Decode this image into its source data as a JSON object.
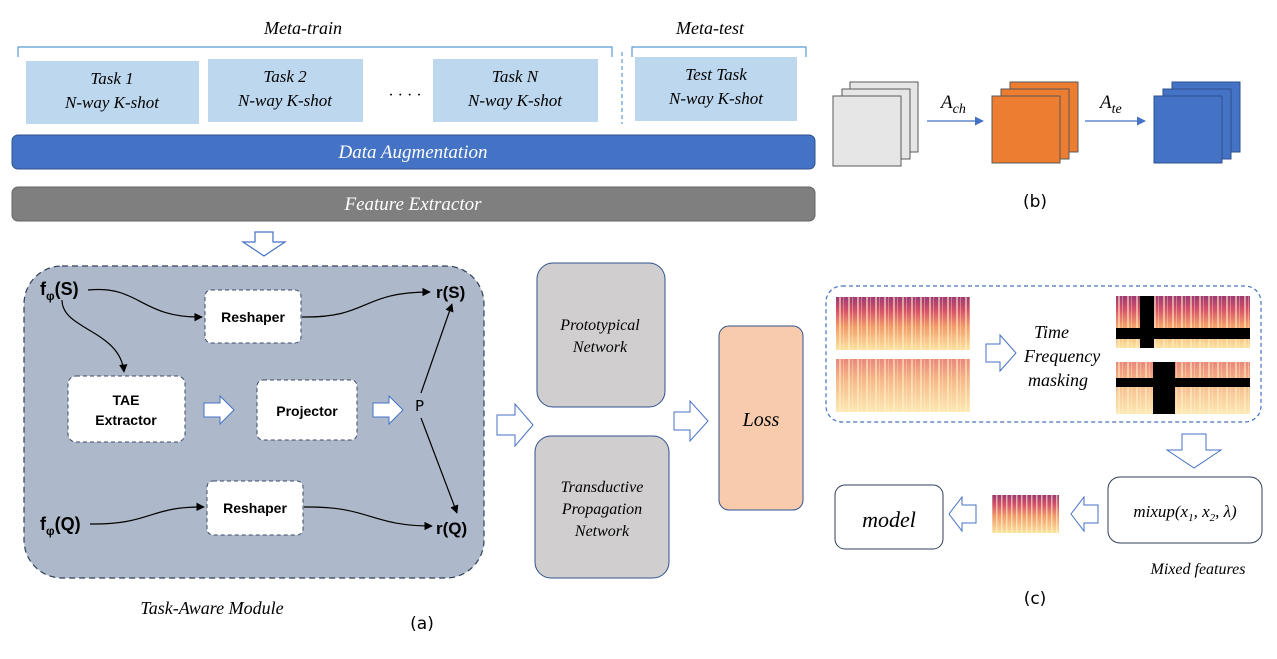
{
  "labels": {
    "meta_train": "Meta-train",
    "meta_test": "Meta-test",
    "dots": "· · · ·",
    "data_augmentation": "Data Augmentation",
    "feature_extractor": "Feature Extractor",
    "panel_a": "(a)",
    "panel_b": "(b)",
    "panel_c": "(c)",
    "task_aware_module": "Task-Aware Module",
    "mixed_features": "Mixed features",
    "loss": "Loss",
    "model": "model",
    "p": "P",
    "a_ch_base": "A",
    "a_ch_sub": "ch",
    "a_te_base": "A",
    "a_te_sub": "te"
  },
  "tasks": [
    {
      "name": "Task 1",
      "shot": "N-way K-shot"
    },
    {
      "name": "Task 2",
      "shot": "N-way K-shot"
    },
    {
      "name": "Task N",
      "shot": "N-way K-shot"
    },
    {
      "name": "Test Task",
      "shot": "N-way K-shot"
    }
  ],
  "module": {
    "fs_base": "f",
    "fs_sub": "φ",
    "fs_arg": "(S)",
    "fq_base": "f",
    "fq_sub": "φ",
    "fq_arg": "(Q)",
    "reshaper_top": "Reshaper",
    "reshaper_bottom": "Reshaper",
    "tae_line1": "TAE",
    "tae_line2": "Extractor",
    "projector": "Projector",
    "rs": "r(S)",
    "rq": "r(Q)"
  },
  "networks": {
    "proto_line1": "Prototypical",
    "proto_line2": "Network",
    "trans_line1": "Transductive",
    "trans_line2": "Propagation",
    "trans_line3": "Network"
  },
  "masking": {
    "line1": "Time",
    "line2": "Frequency",
    "line3": "masking"
  },
  "mixup": {
    "func": "mixup(",
    "x": "x",
    "sub1": "1",
    "sep": ", ",
    "sub2": "2",
    "lam": ", λ)"
  },
  "colors": {
    "task_fill": "#bdd7ee",
    "augmentation_bar": "#4472c4",
    "extractor_bar": "#7f7f7f",
    "module_bg": "#adb9ca",
    "network_fill": "#d0cece",
    "loss_fill": "#f8cbad",
    "orange": "#ed7d31",
    "blue": "#4472c4",
    "gray_square": "#e7e6e6"
  }
}
